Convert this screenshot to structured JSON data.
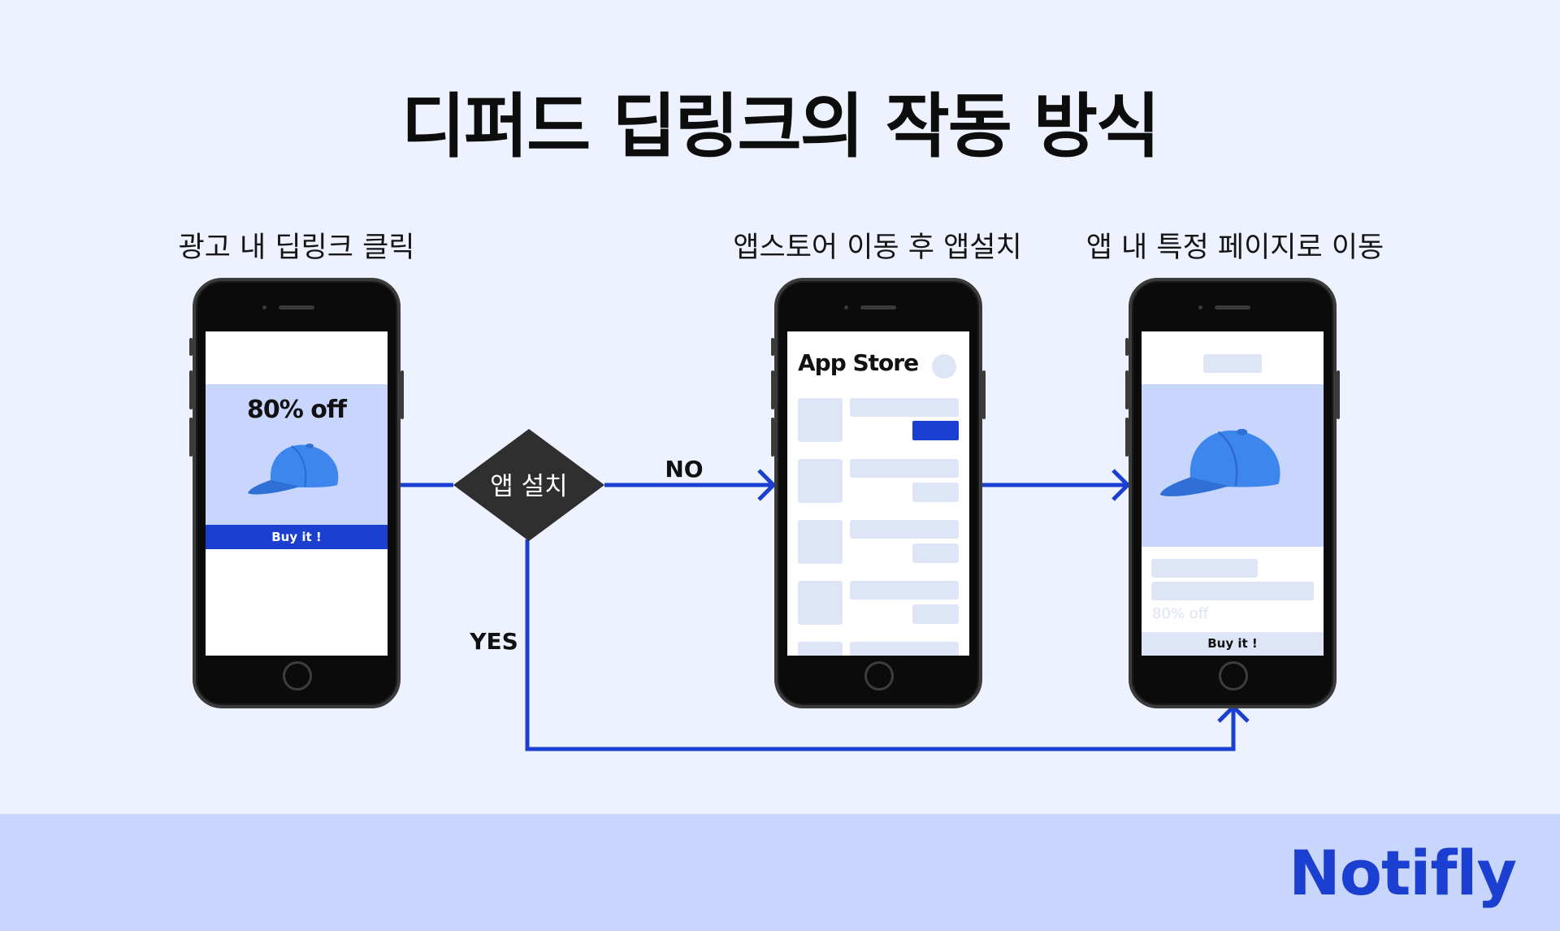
{
  "title": "디퍼드 딥링크의 작동 방식",
  "steps": {
    "step1": "광고 내 딥링크 클릭",
    "step2": "앱스토어 이동 후 앱설치",
    "step3": "앱 내 특정 페이지로 이동"
  },
  "decision": {
    "label": "앱 설치",
    "no": "NO",
    "yes": "YES"
  },
  "phone1": {
    "promo": "80% off",
    "buy": "Buy it !",
    "product_icon": "cap-icon"
  },
  "phone2": {
    "store_title": "App Store",
    "app_rows": 5
  },
  "phone3": {
    "promo": "80% off",
    "buy": "Buy it !",
    "product_icon": "cap-icon"
  },
  "brand": "Notifly",
  "colors": {
    "background": "#EDF2FE",
    "footer": "#C8D6FD",
    "accent": "#1A3FD1",
    "diamond": "#2F2F2F",
    "cap": "#3C86EE"
  }
}
